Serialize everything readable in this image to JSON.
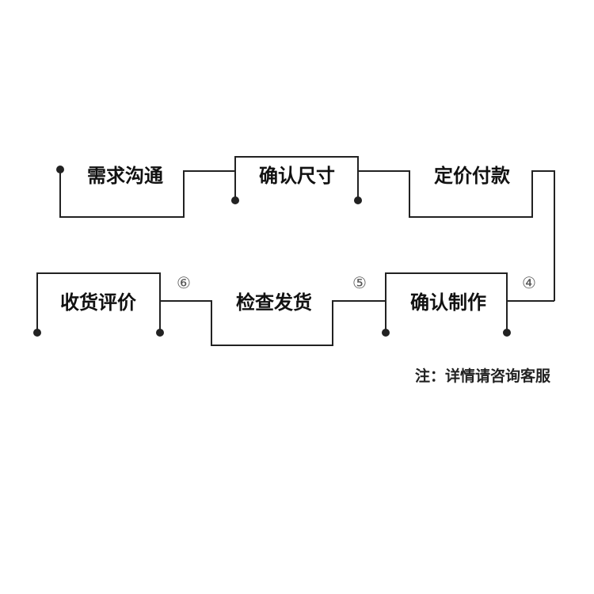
{
  "steps": {
    "s1": "需求沟通",
    "s2": "确认尺寸",
    "s3": "定价付款",
    "s4": "确认制作",
    "s5": "检查发货",
    "s6": "收货评价"
  },
  "markers": {
    "m4": "④",
    "m5": "⑤",
    "m6": "⑥"
  },
  "note": "注：详情请咨询客服",
  "colors": {
    "line": "#222222",
    "text": "#111111",
    "marker": "#555555",
    "background": "#ffffff"
  }
}
